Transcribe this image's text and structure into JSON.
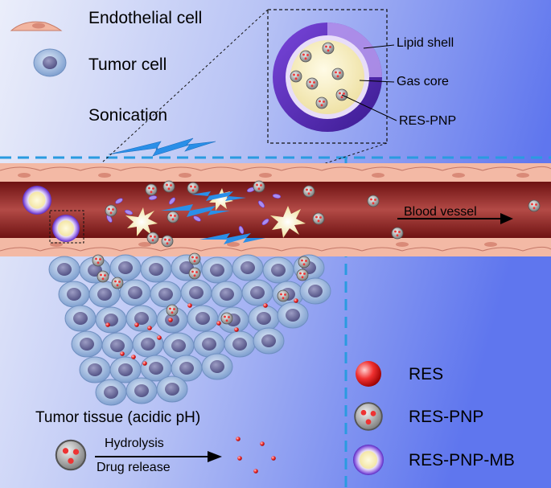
{
  "legend_top": {
    "endothelial_cell": "Endothelial cell",
    "tumor_cell": "Tumor cell",
    "sonication": "Sonication"
  },
  "inset": {
    "lipid_shell": "Lipid shell",
    "gas_core": "Gas core",
    "res_pnp": "RES-PNP"
  },
  "vessel": {
    "label": "Blood vessel"
  },
  "tissue": {
    "label": "Tumor tissue (acidic pH)"
  },
  "release": {
    "hydrolysis": "Hydrolysis",
    "drug_release": "Drug release"
  },
  "legend_bottom": {
    "res": "RES",
    "res_pnp": "RES-PNP",
    "res_pnp_mb": "RES-PNP-MB"
  },
  "colors": {
    "background_light": "#e4e8f8",
    "background_dark": "#6a7ff0",
    "vessel_wall": "#f2b5a0",
    "vessel_lumen": "#8a1f1f",
    "dashed_line": "#2a9be0",
    "shell_purple": "#6a33c9",
    "res_red": "#e02020",
    "tumor_cell": "#a9c3e8",
    "nucleus": "#6a6a9a"
  }
}
